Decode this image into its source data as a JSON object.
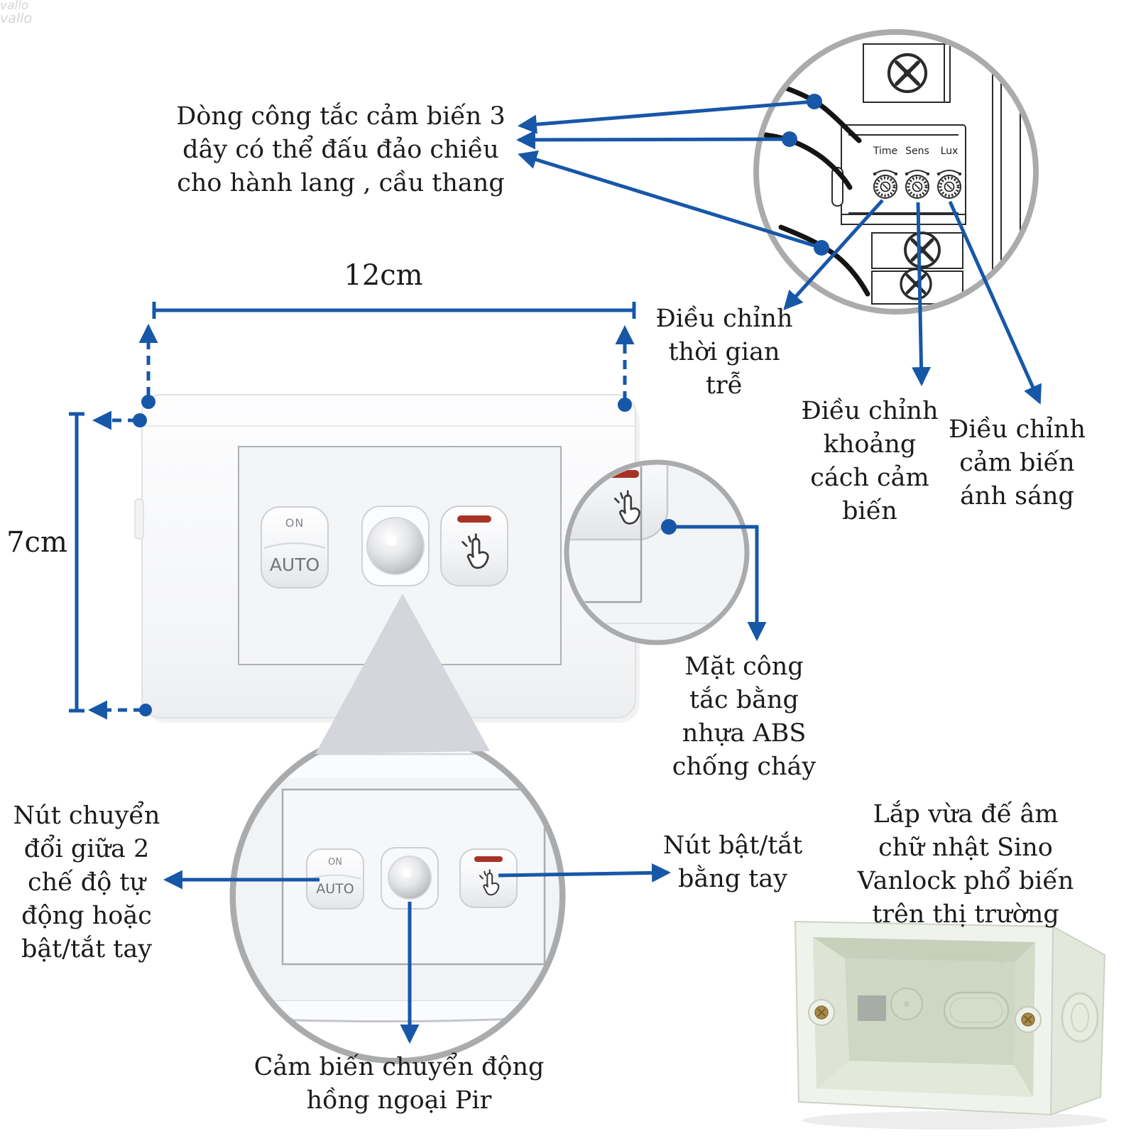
{
  "colors": {
    "accent": "#1757a8",
    "circle_ring": "#a9abad",
    "text": "#1b1b1b",
    "red_indicator": "#a93226"
  },
  "intro_note": "Dòng công tắc cảm biến 3\ndây có thể đấu đảo chiều\ncho hành lang , cầu thang",
  "dimensions": {
    "width": "12cm",
    "height": "7cm"
  },
  "rear_detail": {
    "knobs": [
      "Time",
      "Sens",
      "Lux"
    ],
    "annotations": {
      "time": "Điều chỉnh\nthời gian\ntrễ",
      "sens": "Điều chỉnh\nkhoảng\ncách cảm\nbiến",
      "lux": "Điều chỉnh\ncảm biến\nánh sáng"
    }
  },
  "switch": {
    "mode_button": {
      "top": "ON",
      "bottom": "AUTO"
    },
    "brand": "vallo"
  },
  "notes": {
    "faceplate": "Mặt công\ntắc bằng\nnhựa ABS\nchống cháy",
    "mode_button": "Nút chuyển\nđổi giữa 2\nchế độ tự\nđộng hoặc\nbật/tắt tay",
    "manual_button": "Nút bật/tắt\nbằng tay",
    "pir_sensor": "Cảm biến chuyển động\nhồng ngoại Pir",
    "mounting": "Lắp vừa đế âm\nchữ nhật Sino\nVanlock phổ biến\ntrên thị trường"
  }
}
